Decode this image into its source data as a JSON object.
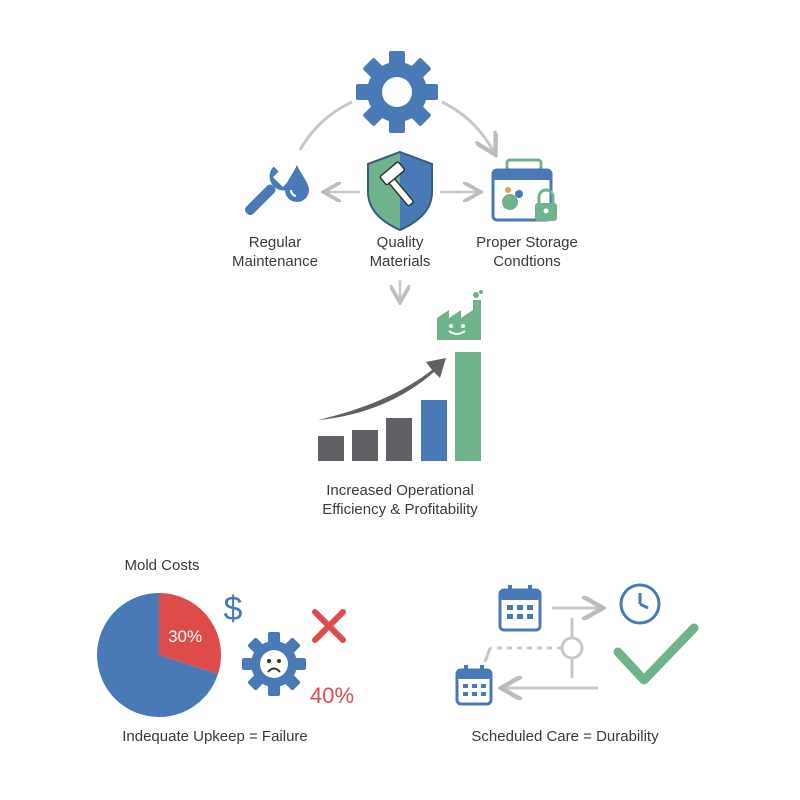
{
  "labels": {
    "regular_maintenance": [
      "Regular",
      "Maintenance"
    ],
    "quality_materials": [
      "Quality",
      "Materials"
    ],
    "proper_storage": [
      "Proper Storage",
      "Condtions"
    ],
    "efficiency": [
      "Increased Operational",
      "Efficiency & Profitability"
    ],
    "mold_costs": "Mold Costs",
    "inadequate": "Indequate Upkeep = Failure",
    "scheduled": "Scheduled Care = Durability",
    "pie_slice": "30%",
    "failure_pct": "40%",
    "dollar": "$"
  },
  "colors": {
    "blue": "#4a7ab5",
    "green": "#6fb38c",
    "red": "#dd4b4b",
    "gray": "#5f6165",
    "light_gray": "#c8c8c8"
  },
  "icons": [
    "gear-icon",
    "wrench-icon",
    "water-drop-icon",
    "shield-hammer-icon",
    "storage-box-icon",
    "lock-icon",
    "factory-icon",
    "growth-arrow-icon",
    "dollar-icon",
    "sad-gear-icon",
    "cross-icon",
    "calendar-icon",
    "clock-icon",
    "checkmark-icon"
  ],
  "chart_data": {
    "type": "pie",
    "title": "Mold Costs",
    "values": [
      30,
      70
    ],
    "data_labels": [
      "30%",
      ""
    ]
  }
}
